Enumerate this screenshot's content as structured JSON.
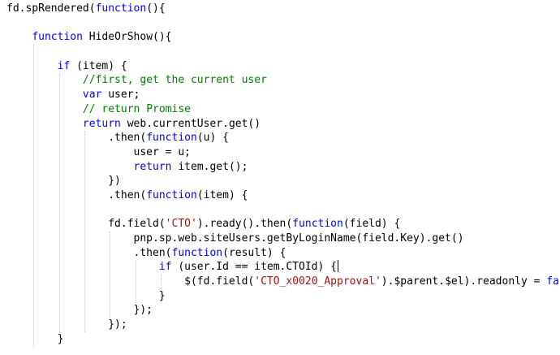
{
  "editor": {
    "language": "javascript",
    "colors": {
      "keyword": "#0000ff",
      "comment": "#008000",
      "string": "#a31515",
      "text": "#000000",
      "background": "#ffffff"
    },
    "lines": [
      [
        {
          "t": "txt",
          "v": "fd.spRendered("
        },
        {
          "t": "kw",
          "v": "function"
        },
        {
          "t": "txt",
          "v": "(){"
        }
      ],
      [],
      [
        {
          "t": "txt",
          "v": "    "
        },
        {
          "t": "kw",
          "v": "function"
        },
        {
          "t": "txt",
          "v": " HideOrShow(){"
        }
      ],
      [],
      [
        {
          "t": "txt",
          "v": "        "
        },
        {
          "t": "kw",
          "v": "if"
        },
        {
          "t": "txt",
          "v": " (item) {"
        }
      ],
      [
        {
          "t": "txt",
          "v": "            "
        },
        {
          "t": "cm",
          "v": "//first, get the current user"
        }
      ],
      [
        {
          "t": "txt",
          "v": "            "
        },
        {
          "t": "kw",
          "v": "var"
        },
        {
          "t": "txt",
          "v": " user;"
        }
      ],
      [
        {
          "t": "txt",
          "v": "            "
        },
        {
          "t": "cm",
          "v": "// return Promise"
        }
      ],
      [
        {
          "t": "txt",
          "v": "            "
        },
        {
          "t": "kw",
          "v": "return"
        },
        {
          "t": "txt",
          "v": " web.currentUser.get()"
        }
      ],
      [
        {
          "t": "txt",
          "v": "                .then("
        },
        {
          "t": "kw",
          "v": "function"
        },
        {
          "t": "txt",
          "v": "(u) {"
        }
      ],
      [
        {
          "t": "txt",
          "v": "                    user = u;"
        }
      ],
      [
        {
          "t": "txt",
          "v": "                    "
        },
        {
          "t": "kw",
          "v": "return"
        },
        {
          "t": "txt",
          "v": " item.get();"
        }
      ],
      [
        {
          "t": "txt",
          "v": "                })"
        }
      ],
      [
        {
          "t": "txt",
          "v": "                .then("
        },
        {
          "t": "kw",
          "v": "function"
        },
        {
          "t": "txt",
          "v": "(item) {"
        }
      ],
      [],
      [
        {
          "t": "txt",
          "v": "                fd.field("
        },
        {
          "t": "str",
          "v": "'CTO'"
        },
        {
          "t": "txt",
          "v": ").ready().then("
        },
        {
          "t": "kw",
          "v": "function"
        },
        {
          "t": "txt",
          "v": "(field) {"
        }
      ],
      [
        {
          "t": "txt",
          "v": "                    pnp.sp.web.siteUsers.getByLoginName(field.Key).get()"
        }
      ],
      [
        {
          "t": "txt",
          "v": "                    .then("
        },
        {
          "t": "kw",
          "v": "function"
        },
        {
          "t": "txt",
          "v": "(result) {"
        }
      ],
      [
        {
          "t": "txt",
          "v": "                        "
        },
        {
          "t": "kw",
          "v": "if"
        },
        {
          "t": "txt",
          "v": " (user.Id == item.CTOId) {"
        },
        {
          "t": "caret",
          "v": ""
        }
      ],
      [
        {
          "t": "txt",
          "v": "                            $(fd.field("
        },
        {
          "t": "str",
          "v": "'CTO_x0020_Approval'"
        },
        {
          "t": "txt",
          "v": ").$parent.$el).readonly = "
        },
        {
          "t": "kw",
          "v": "false"
        },
        {
          "t": "txt",
          "v": ";"
        }
      ],
      [
        {
          "t": "txt",
          "v": "                        }"
        }
      ],
      [
        {
          "t": "txt",
          "v": "                    });"
        }
      ],
      [
        {
          "t": "txt",
          "v": "                });"
        }
      ],
      [
        {
          "t": "txt",
          "v": "        }"
        }
      ]
    ]
  }
}
